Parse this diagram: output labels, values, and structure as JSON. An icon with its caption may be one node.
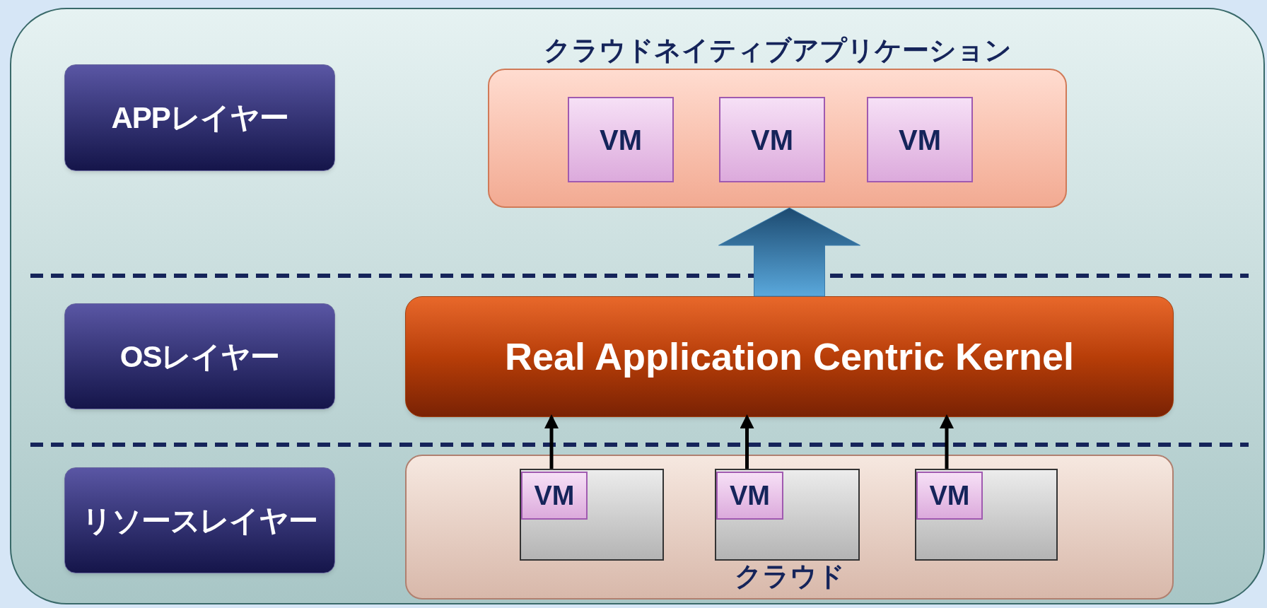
{
  "diagram": {
    "nodes": [
      {
        "text": [
          "APPレイヤー"
        ]
      },
      {
        "text": [
          "OSレイヤー"
        ]
      },
      {
        "text": [
          "リソースレイヤー"
        ]
      },
      {
        "text": [
          "クラウドネイティブアプリケーション"
        ]
      },
      {
        "text": [
          "VM"
        ],
        "in": 3
      },
      {
        "text": [
          "VM"
        ],
        "in": 3
      },
      {
        "text": [
          "VM"
        ],
        "in": 3
      },
      {
        "text": [
          "Real Application Centric Kernel"
        ]
      },
      {
        "text": [
          "クラウド"
        ]
      },
      {
        "text": [],
        "shape": "box",
        "in": 8
      },
      {
        "text": [
          "VM"
        ],
        "in": 9
      },
      {
        "text": [],
        "shape": "box",
        "in": 8
      },
      {
        "text": [
          "VM"
        ],
        "in": 11
      },
      {
        "text": [],
        "shape": "box",
        "in": 8
      },
      {
        "text": [
          "VM"
        ],
        "in": 13
      }
    ],
    "edges": [
      {
        "from": 7,
        "to": 3,
        "arrow": "to",
        "style": "thick",
        "color": "#3a7aaa"
      },
      {
        "from": 10,
        "to": 7,
        "arrow": "to"
      },
      {
        "from": 12,
        "to": 7,
        "arrow": "to"
      },
      {
        "from": 14,
        "to": 7,
        "arrow": "to"
      }
    ]
  }
}
